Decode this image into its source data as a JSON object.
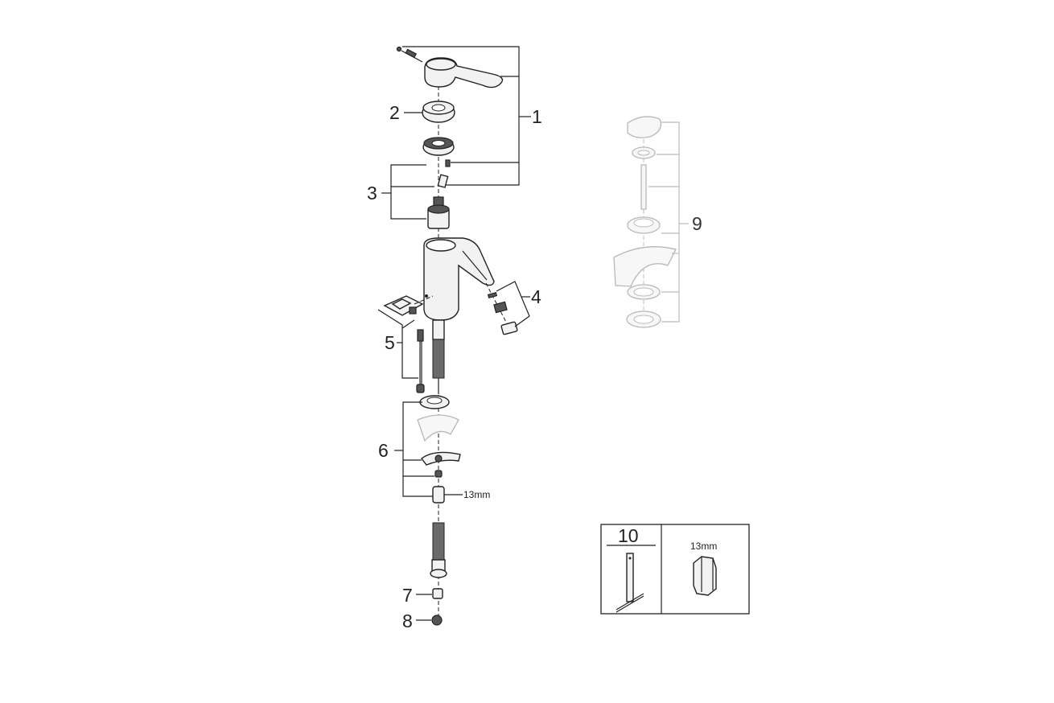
{
  "callouts": {
    "c1": "1",
    "c2": "2",
    "c3": "3",
    "c4": "4",
    "c5": "5",
    "c6": "6",
    "c7": "7",
    "c8": "8",
    "c9": "9",
    "c10": "10"
  },
  "dimensions": {
    "nut_size": "13mm",
    "tool_size": "13mm"
  },
  "colors": {
    "line": "#222222",
    "light_part": "#b8b8b8"
  }
}
